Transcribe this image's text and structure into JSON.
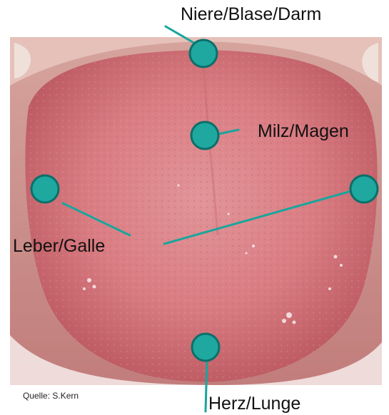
{
  "labels": {
    "kidney_bladder_bowel": "Niere/Blase/Darm",
    "spleen_stomach": "Milz/Magen",
    "liver_gallbladder": "Leber/Galle",
    "heart_lung": "Herz/Lunge"
  },
  "source": "Quelle: S.Kern",
  "colors": {
    "marker": "#1ea8a0",
    "marker_edge": "#0c6f69",
    "line": "#1aa59c",
    "tongue": "#d7797e",
    "tongue_dark": "#b5545c",
    "background_mouth": "#c98e8a"
  },
  "icons": [
    "zone-marker-dot"
  ]
}
